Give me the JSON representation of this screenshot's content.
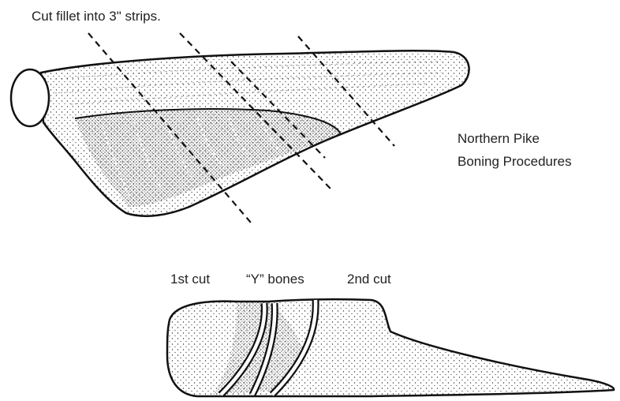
{
  "instruction": "Cut fillet into 3\" strips.",
  "title_line1": "Northern Pike",
  "title_line2": "Boning Procedures",
  "cross_section": {
    "first_cut": "1st cut",
    "y_bones": "“Y” bones",
    "second_cut": "2nd cut"
  },
  "strip_cut_count": 4
}
